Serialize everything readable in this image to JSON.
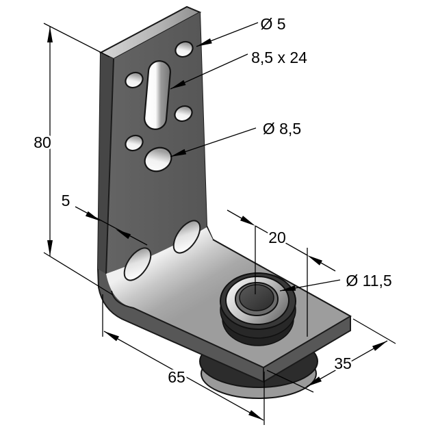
{
  "drawing": {
    "dimensions": {
      "height": {
        "label": "80"
      },
      "thickness": {
        "label": "5"
      },
      "small_hole": {
        "label": "Ø 5"
      },
      "slot": {
        "label": "8,5 x 24"
      },
      "large_hole": {
        "label": "Ø 8,5"
      },
      "boss_offset": {
        "label": "20"
      },
      "boss_diameter": {
        "label": "Ø 11,5"
      },
      "length": {
        "label": "65"
      },
      "width": {
        "label": "35"
      }
    },
    "colors": {
      "background": "#ffffff",
      "line": "#000000",
      "face_dark": "#5c5c5c",
      "face_side": "#464646",
      "surface_light": "#a8a8a8",
      "rubber_dark": "#2c2c2c",
      "foot_bottom": "#9a9a9a"
    }
  }
}
